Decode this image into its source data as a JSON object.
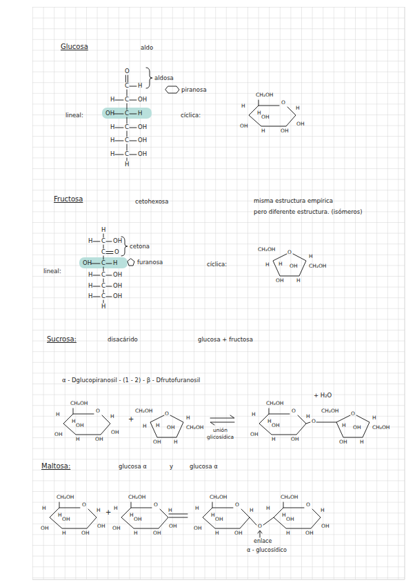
{
  "diagram": {
    "labels": [
      "Glucosa",
      "aldo",
      "O",
      "C",
      "H",
      "H",
      "C",
      "OH",
      "OH",
      "C",
      "H",
      "H",
      "C",
      "OH",
      "H",
      "C",
      "OH",
      "H",
      "C",
      "OH",
      "H",
      "aldosa",
      "piranosa",
      "lineal:",
      "cíclica:",
      "CH₂OH",
      "O",
      "H",
      "H",
      "OH",
      "H",
      "OH",
      "OH",
      "H",
      "OH",
      "Fructosa",
      "cetohexosa",
      "misma estructura empírica",
      "pero diferente estructura. (isómeros)",
      "H",
      "H",
      "C",
      "OH",
      "C",
      "O",
      "OH",
      "C",
      "H",
      "H",
      "C",
      "OH",
      "H",
      "C",
      "OH",
      "H",
      "C",
      "OH",
      "H",
      "cetona",
      "furanosa",
      "lineal:",
      "cíclica:",
      "CH₂OH",
      "O",
      "H",
      "H",
      "OH",
      "H",
      "CH₂OH",
      "OH",
      "H",
      "Sucrosa:",
      "disacárido",
      "glucosa + fructosa",
      "α - Dglucopiranosil - (1 - 2) - β - Dfrutofuranosil",
      "CH₂OH",
      "O",
      "H",
      "H",
      "OH",
      "H",
      "OH",
      "OH",
      "H",
      "OH",
      "+",
      "CH₂OH",
      "O",
      "H",
      "H",
      "OH",
      "H",
      "CH₂OH",
      "OH",
      "H",
      "unión",
      "glicosídica",
      "+ H₂O",
      "CH₂OH",
      "O",
      "H",
      "H",
      "OH",
      "H",
      "OH",
      "H",
      "OH",
      "O",
      "CH₂OH",
      "O",
      "H",
      "OH",
      "H",
      "CH₂OH",
      "OH",
      "H",
      "Maltosa:",
      "glucosa α",
      "y",
      "glucosa α",
      "CH₂OH",
      "O",
      "H",
      "H",
      "OH",
      "H",
      "OH",
      "OH",
      "H",
      "OH",
      "+",
      "CH₂OH",
      "O",
      "H",
      "H",
      "OH",
      "H",
      "OH",
      "OH",
      "H",
      "OH",
      "CH₂OH",
      "O",
      "H",
      "H",
      "OH",
      "H",
      "OH",
      "H",
      "OH",
      "O",
      "CH₂OH",
      "O",
      "H",
      "H",
      "OH",
      "H",
      "OH",
      "H",
      "OH",
      "enlace",
      "α - glucosídico"
    ]
  }
}
